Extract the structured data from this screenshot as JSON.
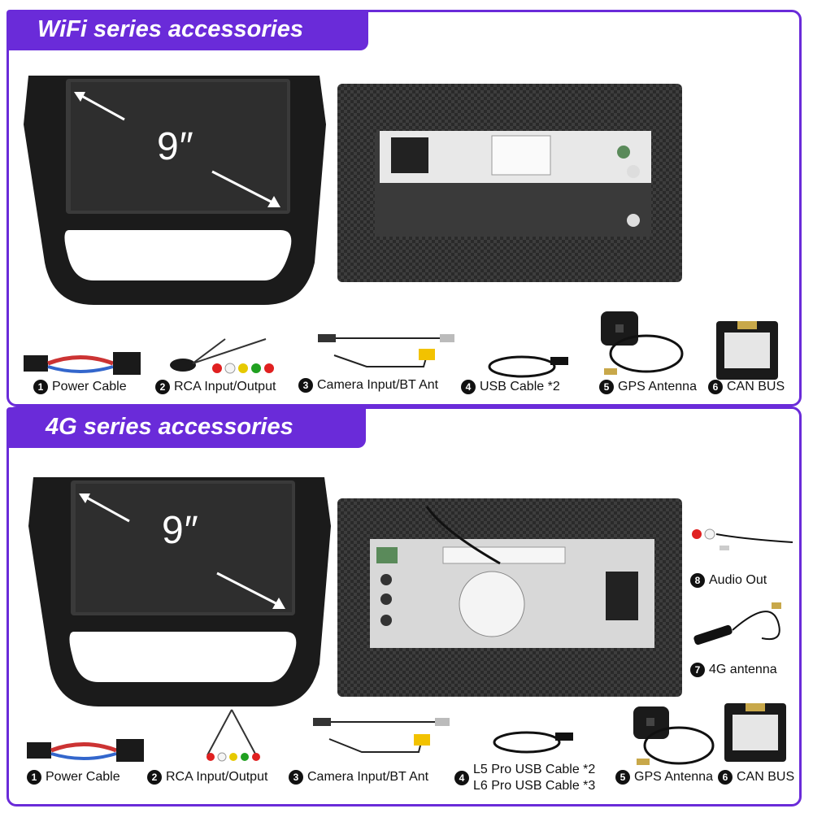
{
  "wifi": {
    "title": "WiFi series accessories",
    "size": "9″",
    "items": [
      {
        "num": "1",
        "label": "Power Cable"
      },
      {
        "num": "2",
        "label": "RCA Input/Output"
      },
      {
        "num": "3",
        "label": "Camera Input/BT Ant"
      },
      {
        "num": "4",
        "label": "USB Cable *2"
      },
      {
        "num": "5",
        "label": "GPS Antenna"
      },
      {
        "num": "6",
        "label": "CAN BUS"
      }
    ]
  },
  "g4": {
    "title": "4G series accessories",
    "size": "9″",
    "items": [
      {
        "num": "1",
        "label": "Power Cable"
      },
      {
        "num": "2",
        "label": "RCA Input/Output"
      },
      {
        "num": "3",
        "label": "Camera Input/BT Ant"
      },
      {
        "num": "4",
        "label": "L5 Pro USB Cable *2",
        "label2": "L6 Pro USB Cable *3"
      },
      {
        "num": "5",
        "label": "GPS Antenna"
      },
      {
        "num": "6",
        "label": "CAN BUS"
      },
      {
        "num": "7",
        "label": "4G antenna"
      },
      {
        "num": "8",
        "label": "Audio Out"
      }
    ]
  },
  "colors": {
    "accent": "#6a2bd9"
  }
}
